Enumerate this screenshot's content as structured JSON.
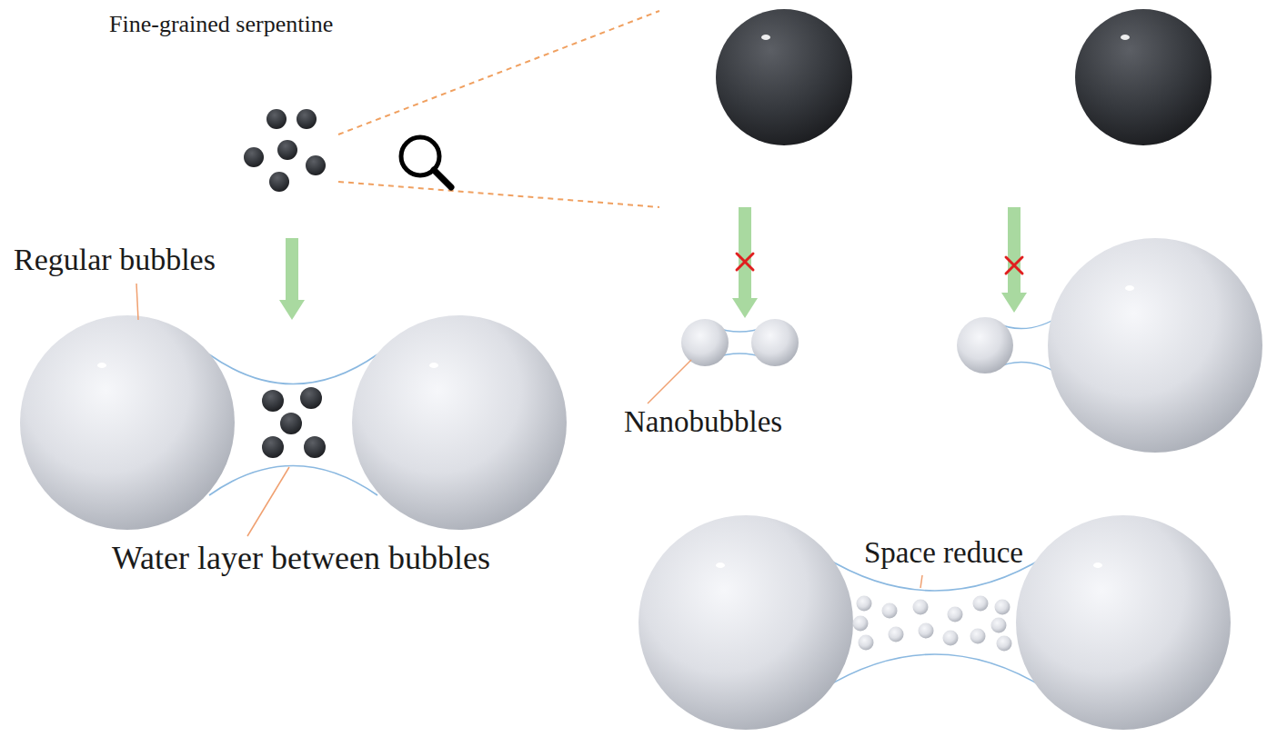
{
  "diagram": {
    "labels": [
      "Fine-grained serpentine",
      "Regular bubbles",
      "Water layer between bubbles",
      "Nanobubbles",
      "Space reduce"
    ]
  }
}
